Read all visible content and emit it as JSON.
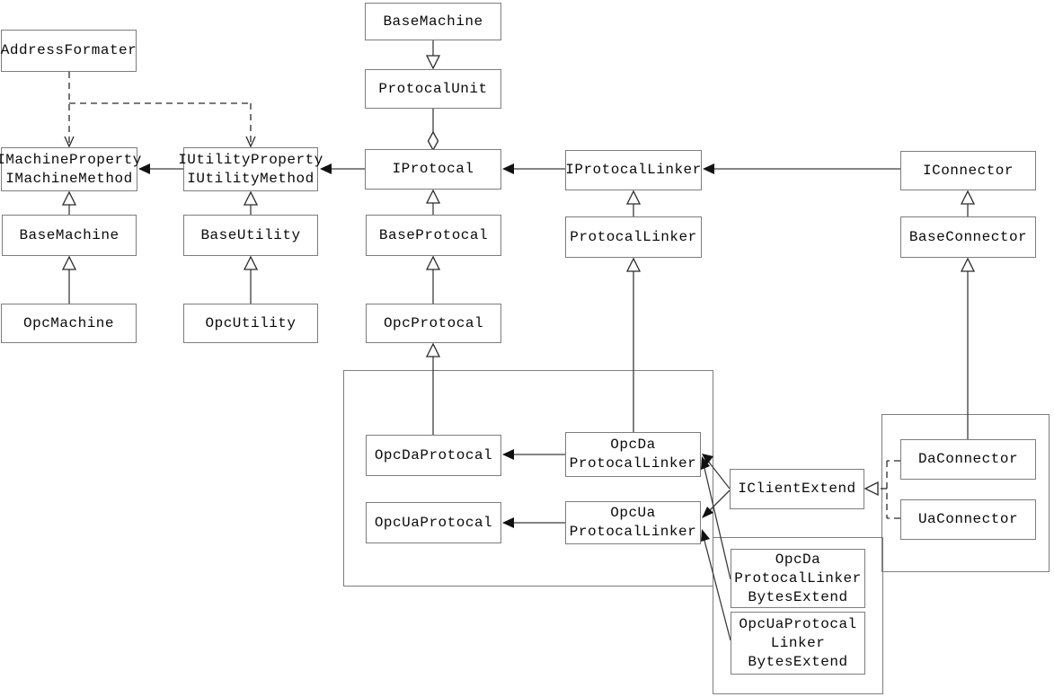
{
  "diagram": {
    "type": "uml-class-diagram",
    "colors": {
      "background": "#ffffff",
      "box_border": "#7d7d7d",
      "line": "#3c3c3c",
      "arrow_fill": "#111111",
      "text": "#0a0a0a"
    },
    "nodes": {
      "base_machine_top": "BaseMachine",
      "protocal_unit": "ProtocalUnit",
      "iprotocal": "IProtocal",
      "iprotocal_linker": "IProtocalLinker",
      "iconnector": "IConnector",
      "address_formater": "AddressFormater",
      "imachine": "IMachineProperty\nIMachineMethod",
      "iutility": "IUtilityProperty\nIUtilityMethod",
      "base_machine_left": "BaseMachine",
      "base_utility": "BaseUtility",
      "opc_machine": "OpcMachine",
      "opc_utility": "OpcUtility",
      "base_protocal": "BaseProtocal",
      "opc_protocal": "OpcProtocal",
      "protocal_linker": "ProtocalLinker",
      "base_connector": "BaseConnector",
      "opc_da_protocal": "OpcDaProtocal",
      "opc_ua_protocal": "OpcUaProtocal",
      "opc_da_protocal_linker": "OpcDa\nProtocalLinker",
      "opc_ua_protocal_linker": "OpcUa\nProtocalLinker",
      "iclient_extend": "IClientExtend",
      "da_connector": "DaConnector",
      "ua_connector": "UaConnector",
      "opc_da_linker_bytes_extend": "OpcDa\nProtocalLinker\nBytesExtend",
      "opc_ua_linker_bytes_extend": "OpcUaProtocal\nLinker\nBytesExtend"
    },
    "edges": [
      {
        "from": "BaseMachine(top)",
        "to": "ProtocalUnit",
        "type": "hollow-triangle-arrow-down"
      },
      {
        "from": "ProtocalUnit",
        "to": "IProtocal",
        "type": "aggregation-diamond"
      },
      {
        "from": "BaseProtocal",
        "to": "IProtocal",
        "type": "inheritance"
      },
      {
        "from": "OpcProtocal",
        "to": "BaseProtocal",
        "type": "inheritance"
      },
      {
        "from": "OpcDaProtocal",
        "to": "OpcProtocal",
        "type": "inheritance"
      },
      {
        "from": "ProtocalLinker",
        "to": "IProtocalLinker",
        "type": "inheritance"
      },
      {
        "from": "OpcDaProtocalLinker",
        "to": "ProtocalLinker",
        "type": "inheritance"
      },
      {
        "from": "BaseConnector",
        "to": "IConnector",
        "type": "inheritance"
      },
      {
        "from": "DaConnector",
        "to": "BaseConnector",
        "type": "inheritance"
      },
      {
        "from": "BaseMachine(left)",
        "to": "IMachineProperty/IMachineMethod",
        "type": "inheritance"
      },
      {
        "from": "OpcMachine",
        "to": "BaseMachine(left)",
        "type": "inheritance"
      },
      {
        "from": "BaseUtility",
        "to": "IUtilityProperty/IUtilityMethod",
        "type": "inheritance"
      },
      {
        "from": "OpcUtility",
        "to": "BaseUtility",
        "type": "inheritance"
      },
      {
        "from": "IProtocalLinker",
        "to": "IProtocal",
        "type": "association"
      },
      {
        "from": "IConnector",
        "to": "IProtocalLinker",
        "type": "association"
      },
      {
        "from": "IProtocal",
        "to": "IUtilityProperty/IUtilityMethod",
        "type": "association"
      },
      {
        "from": "IUtilityProperty/IUtilityMethod",
        "to": "IMachineProperty/IMachineMethod",
        "type": "association"
      },
      {
        "from": "AddressFormater",
        "to": "IMachineProperty/IMachineMethod",
        "type": "dependency-dashed"
      },
      {
        "from": "AddressFormater",
        "to": "IUtilityProperty/IUtilityMethod",
        "type": "dependency-dashed"
      },
      {
        "from": "OpcDaProtocalLinker",
        "to": "OpcDaProtocal",
        "type": "association"
      },
      {
        "from": "OpcUaProtocalLinker",
        "to": "OpcUaProtocal",
        "type": "association"
      },
      {
        "from": "IClientExtend",
        "to": "OpcDaProtocalLinker",
        "type": "association"
      },
      {
        "from": "IClientExtend",
        "to": "OpcUaProtocalLinker",
        "type": "association"
      },
      {
        "from": "OpcDaProtocalLinkerBytesExtend",
        "to": "OpcDaProtocalLinker",
        "type": "association"
      },
      {
        "from": "OpcUaProtocalLinkerBytesExtend",
        "to": "OpcUaProtocalLinker",
        "type": "association"
      },
      {
        "from": "DaConnector",
        "to": "IClientExtend",
        "type": "realization-dashed"
      },
      {
        "from": "UaConnector",
        "to": "IClientExtend",
        "type": "realization-dashed"
      }
    ]
  }
}
